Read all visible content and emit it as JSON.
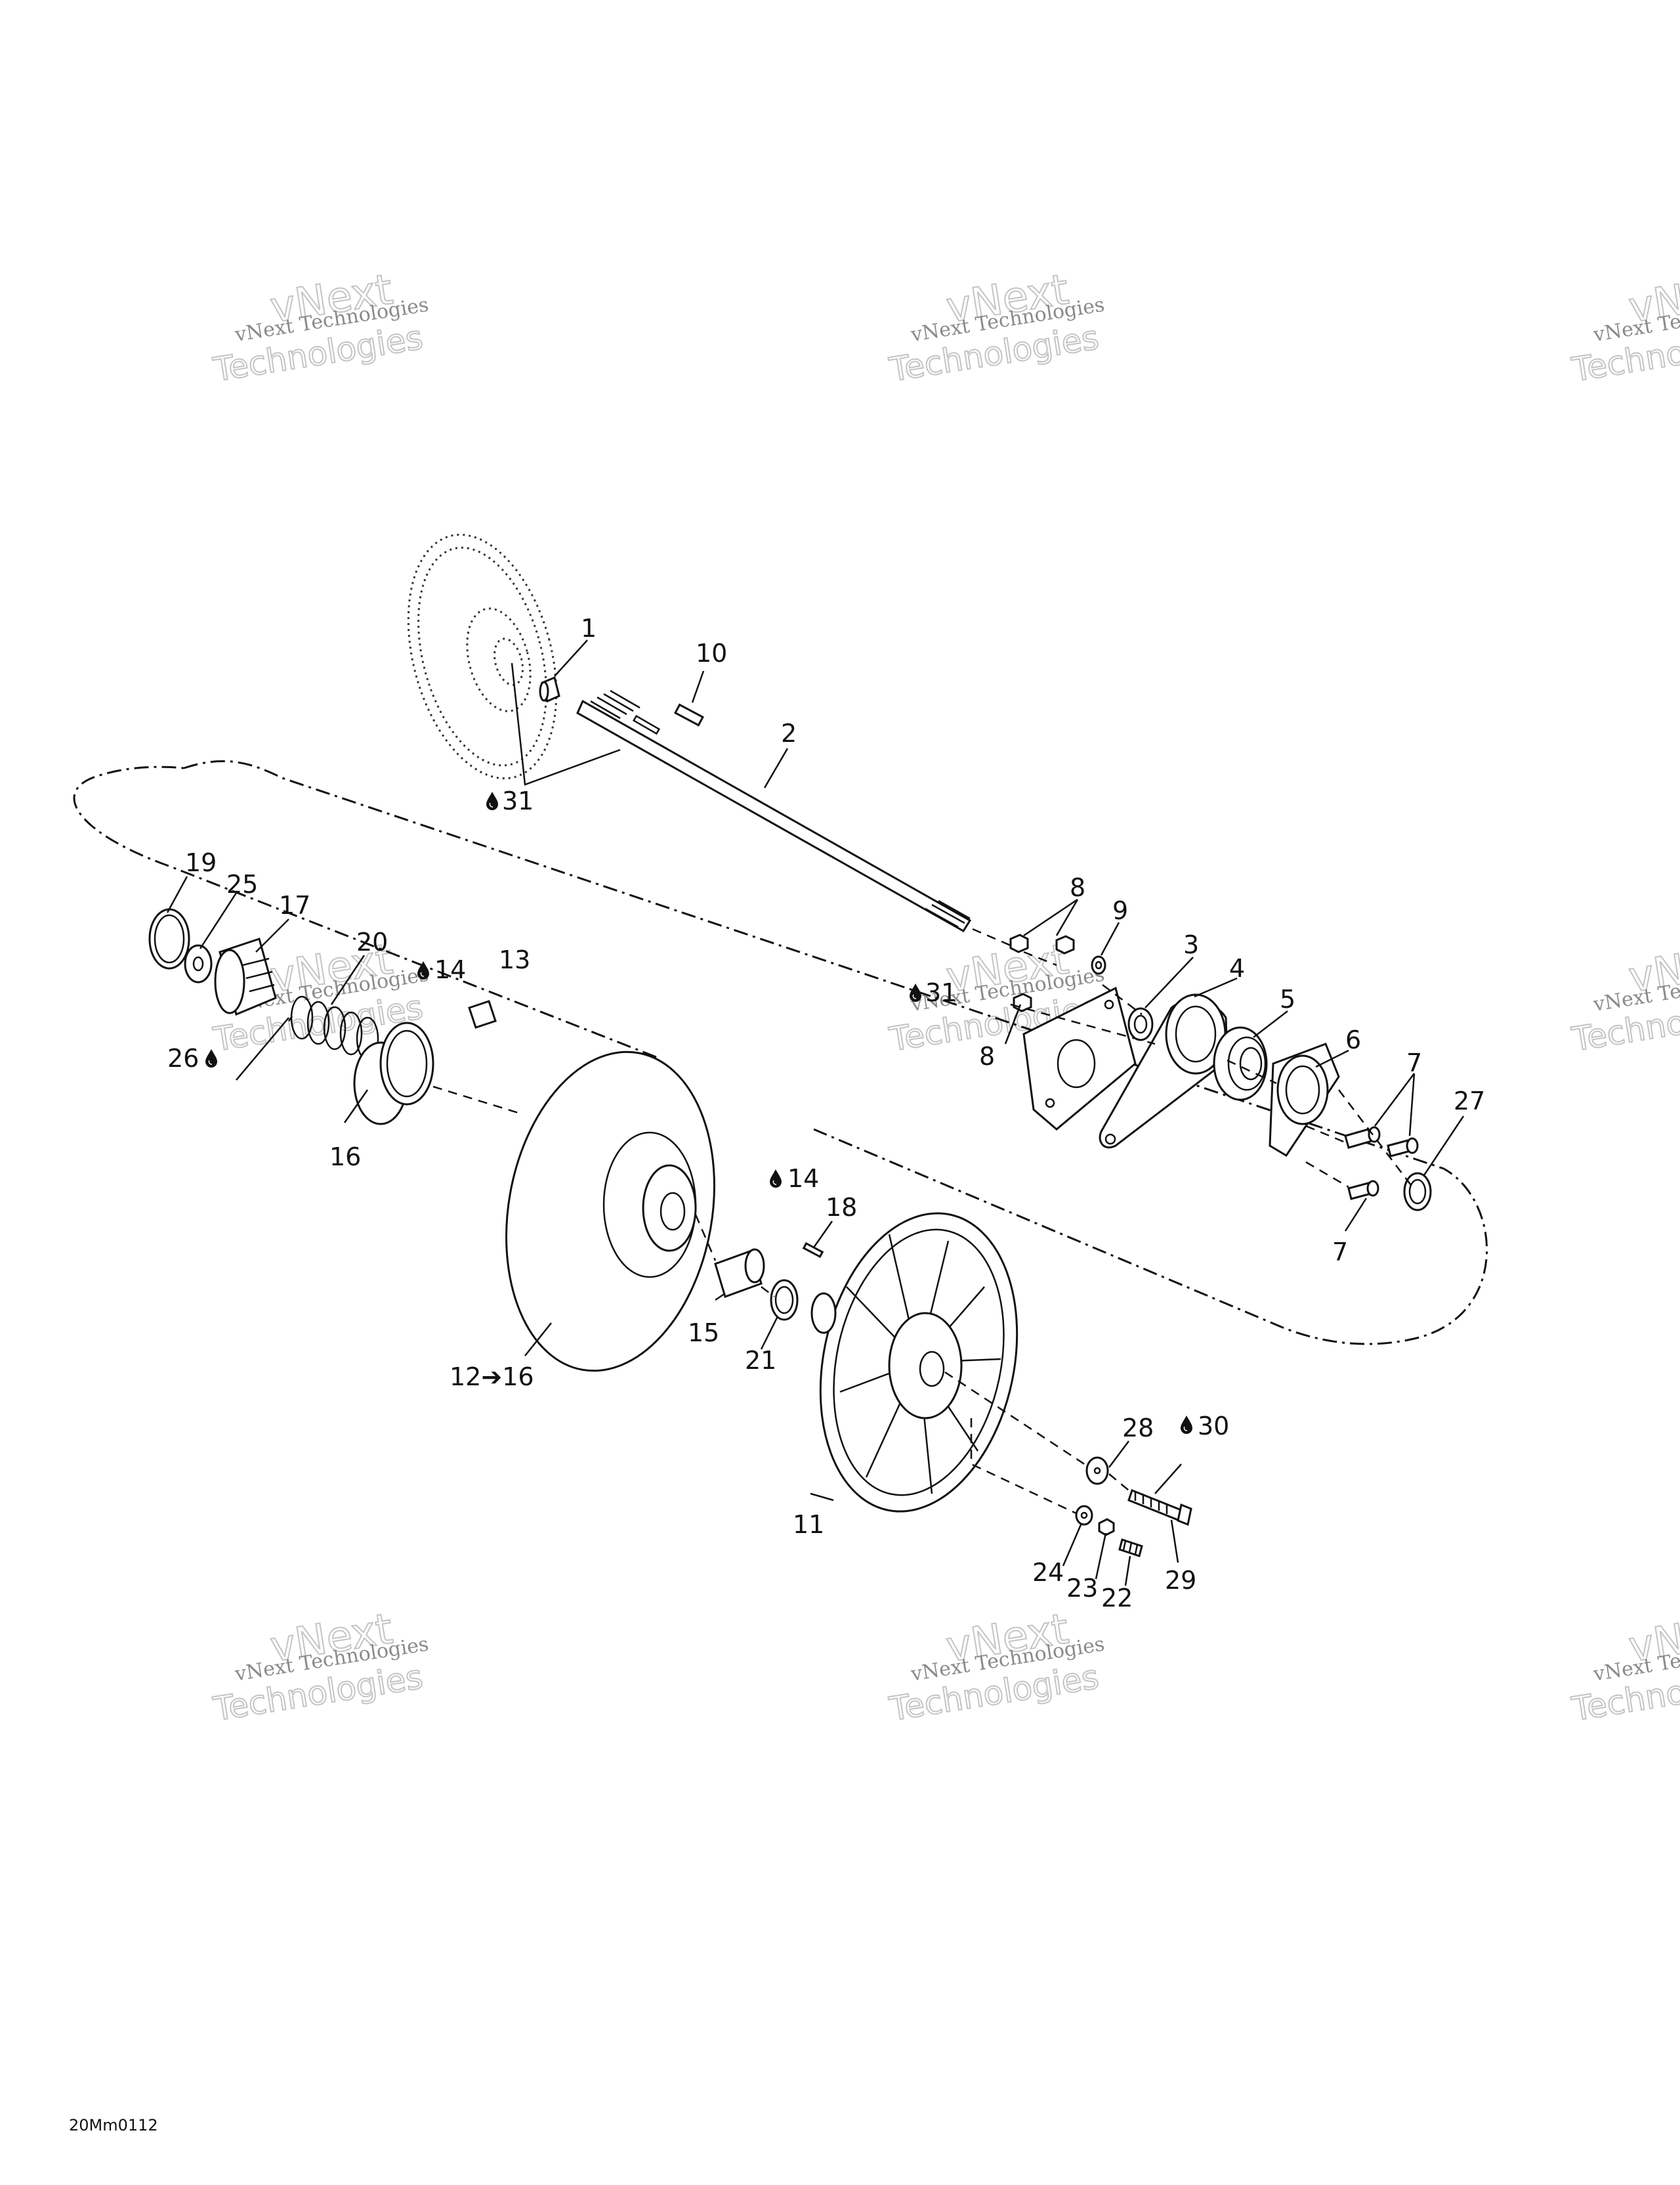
{
  "watermark": {
    "line1": "vNext Technologies",
    "line2": "vNext",
    "line3": "Technologies"
  },
  "callouts": [
    {
      "id": "c1",
      "label": "1"
    },
    {
      "id": "c2",
      "label": "2"
    },
    {
      "id": "c3",
      "label": "3"
    },
    {
      "id": "c4",
      "label": "4"
    },
    {
      "id": "c5",
      "label": "5"
    },
    {
      "id": "c6",
      "label": "6"
    },
    {
      "id": "c7a",
      "label": "7"
    },
    {
      "id": "c7b",
      "label": "7"
    },
    {
      "id": "c8a",
      "label": "8"
    },
    {
      "id": "c8b",
      "label": "8"
    },
    {
      "id": "c9",
      "label": "9"
    },
    {
      "id": "c10",
      "label": "10"
    },
    {
      "id": "c11",
      "label": "11"
    },
    {
      "id": "c12",
      "label": "12➔16"
    },
    {
      "id": "c13",
      "label": "13"
    },
    {
      "id": "c14a",
      "label": "14"
    },
    {
      "id": "c14b",
      "label": "14"
    },
    {
      "id": "c15",
      "label": "15"
    },
    {
      "id": "c16",
      "label": "16"
    },
    {
      "id": "c17",
      "label": "17"
    },
    {
      "id": "c18",
      "label": "18"
    },
    {
      "id": "c19",
      "label": "19"
    },
    {
      "id": "c20",
      "label": "20"
    },
    {
      "id": "c21",
      "label": "21"
    },
    {
      "id": "c22",
      "label": "22"
    },
    {
      "id": "c23",
      "label": "23"
    },
    {
      "id": "c24",
      "label": "24"
    },
    {
      "id": "c25",
      "label": "25"
    },
    {
      "id": "c26",
      "label": "26"
    },
    {
      "id": "c27",
      "label": "27"
    },
    {
      "id": "c28",
      "label": "28"
    },
    {
      "id": "c29",
      "label": "29"
    },
    {
      "id": "c30",
      "label": "30"
    },
    {
      "id": "c31a",
      "label": "31"
    },
    {
      "id": "c31b",
      "label": "31"
    }
  ],
  "figure_code": "20Mm0112",
  "icons": {
    "lubricant": "oil-drop-icon"
  }
}
